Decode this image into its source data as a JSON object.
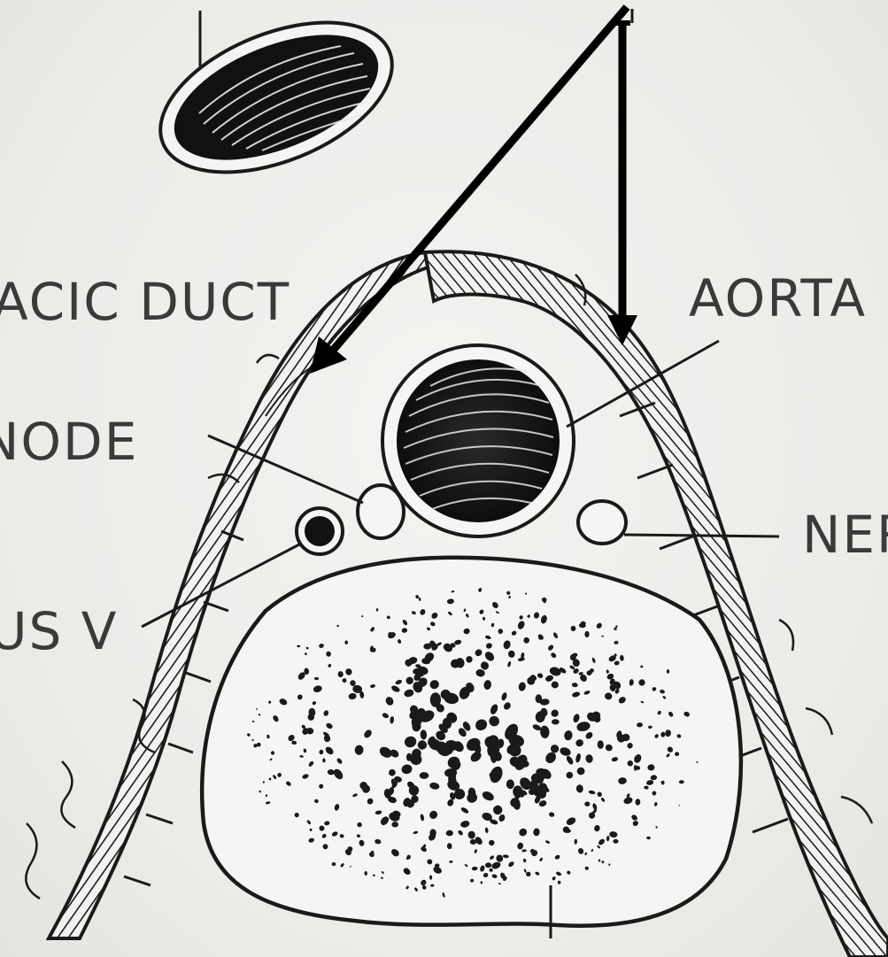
{
  "labels": {
    "thoracic_duct": "ACIC DUCT",
    "aorta": "AORTA",
    "lymph_node": "NODE",
    "nerve": "NER",
    "azygos_vein": "US V"
  },
  "colors": {
    "background": "#efefed",
    "ink": "#151515",
    "label_text": "#3a3a3a"
  }
}
